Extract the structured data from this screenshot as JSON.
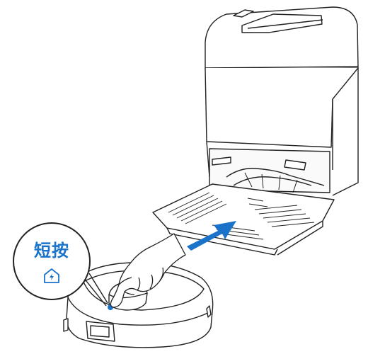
{
  "callout": {
    "label": "短按",
    "icon": "home-charge-icon",
    "accent_color": "#1a73c9"
  },
  "illustration": {
    "station": "self-empty-station",
    "robot": "robot-vacuum",
    "arrow_color": "#1a73c9"
  }
}
